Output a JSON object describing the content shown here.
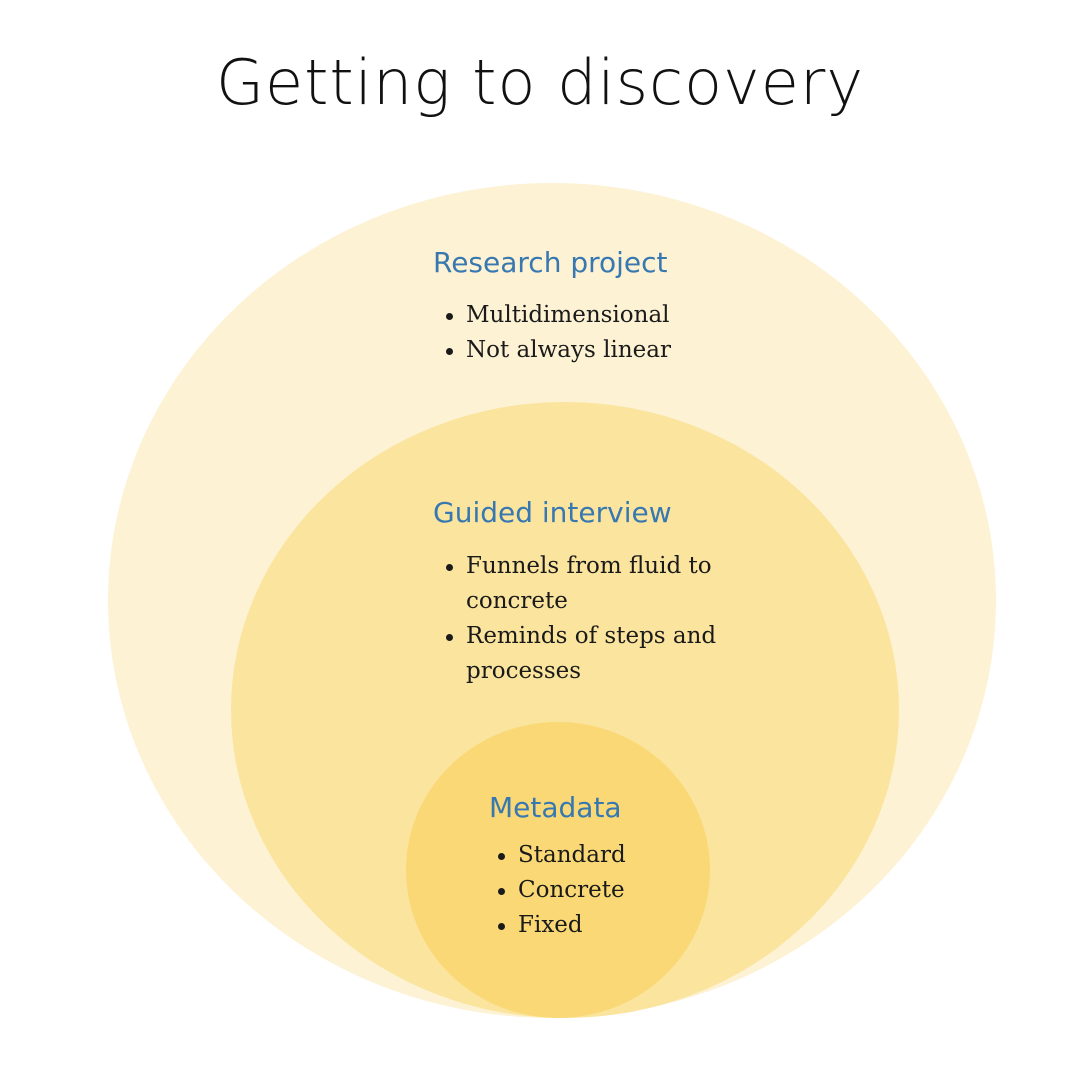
{
  "title": "Getting to discovery",
  "colors": {
    "outer_circle": "#fdf2d3",
    "middle_circle": "#fbe49d",
    "inner_circle": "#f9d875",
    "heading": "#3878b1"
  },
  "sections": {
    "research_project": {
      "heading": "Research project",
      "items": [
        "Multidimensional",
        "Not always linear"
      ]
    },
    "guided_interview": {
      "heading": "Guided interview",
      "items": [
        "Funnels from fluid to concrete",
        "Reminds of steps and processes"
      ]
    },
    "metadata": {
      "heading": "Metadata",
      "items": [
        "Standard",
        "Concrete",
        "Fixed"
      ]
    }
  }
}
